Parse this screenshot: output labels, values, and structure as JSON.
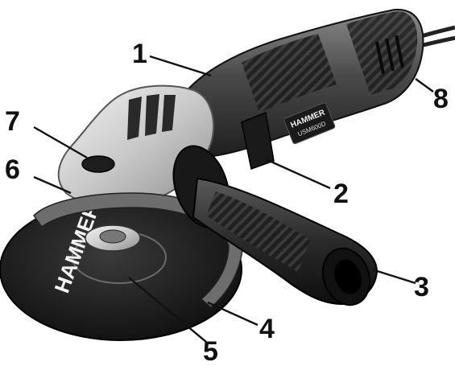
{
  "illustration": {
    "brand_on_disc": "HAMMER",
    "brand_on_body": "HAMMER",
    "model_on_body": "USM600D"
  },
  "callouts": [
    {
      "label": "1"
    },
    {
      "label": "2"
    },
    {
      "label": "3"
    },
    {
      "label": "4"
    },
    {
      "label": "5"
    },
    {
      "label": "6"
    },
    {
      "label": "7"
    },
    {
      "label": "8"
    }
  ]
}
